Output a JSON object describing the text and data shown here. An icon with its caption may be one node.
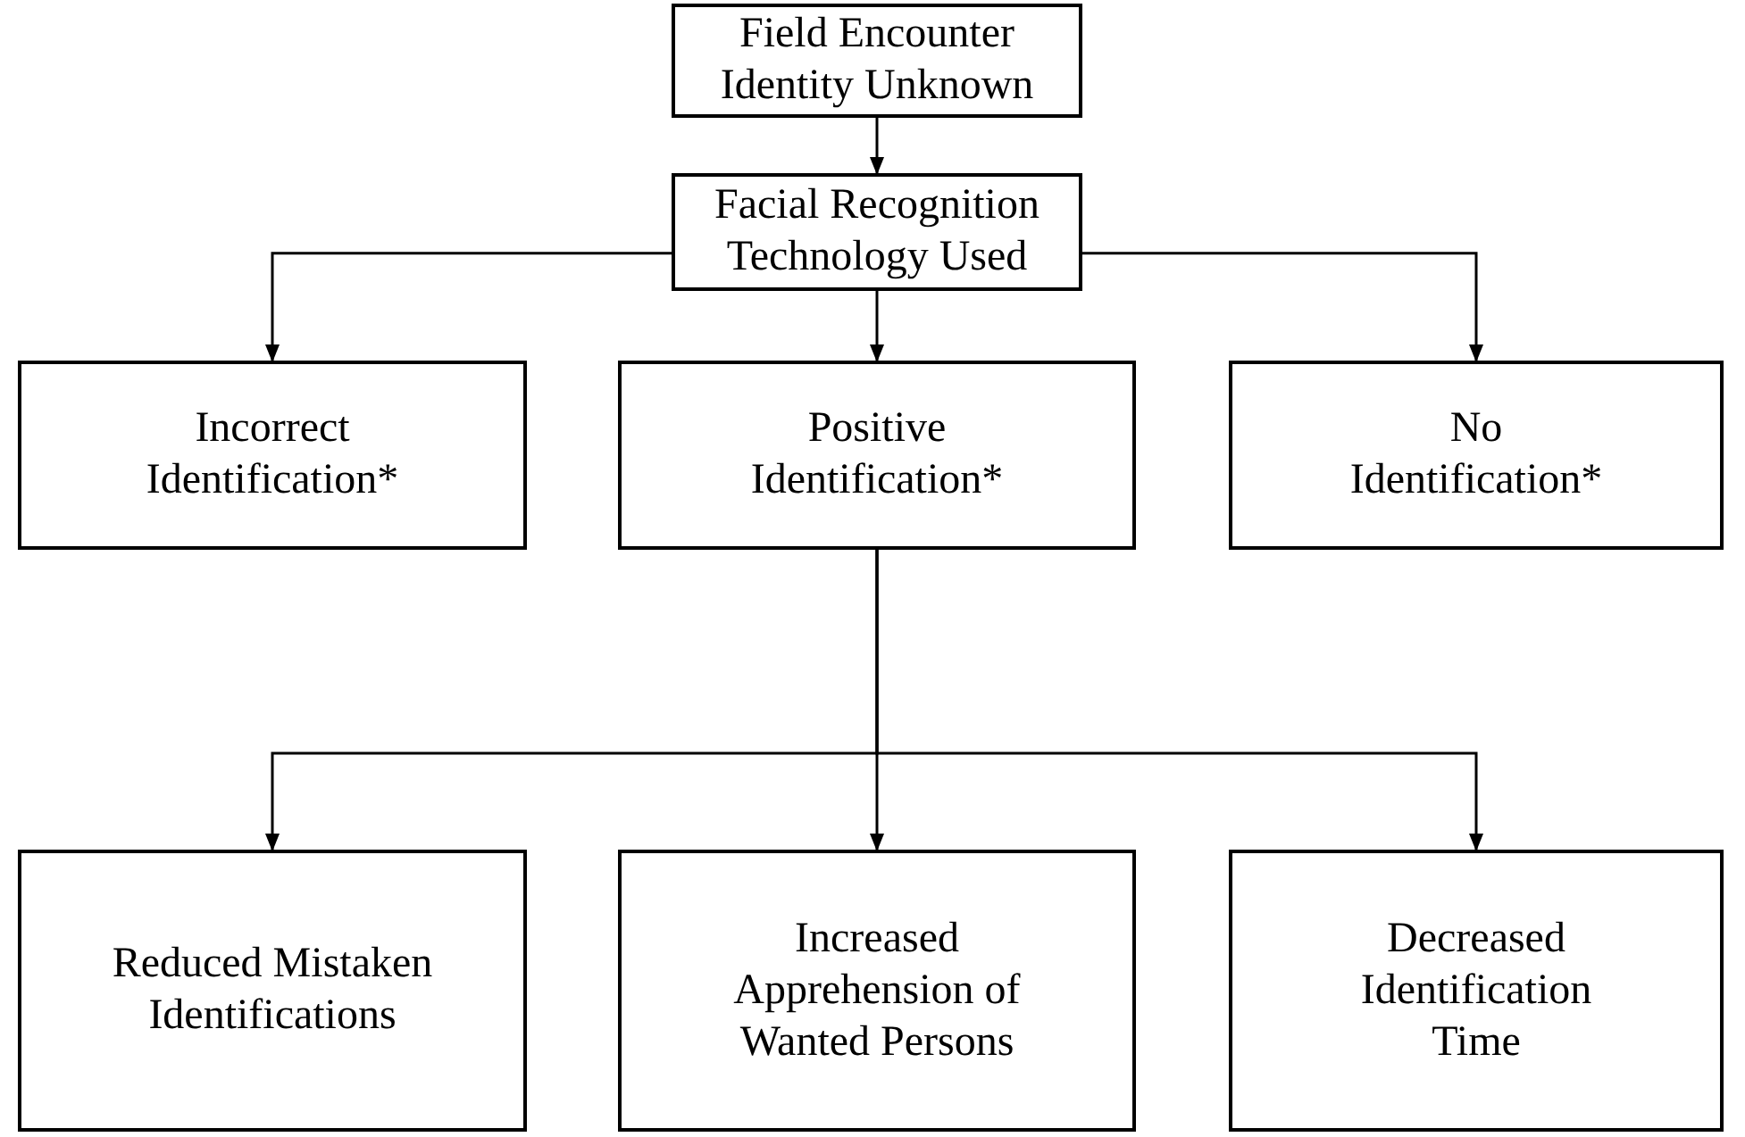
{
  "diagram": {
    "nodes": [
      {
        "text": [
          "Field Encounter Identity Unknown"
        ]
      },
      {
        "text": [
          "Facial Recognition Technology Used"
        ]
      },
      {
        "text": [
          "Incorrect Identification*"
        ]
      },
      {
        "text": [
          "Positive Identification*"
        ]
      },
      {
        "text": [
          "No Identification*"
        ]
      },
      {
        "text": [
          "Reduced Mistaken Identifications"
        ]
      },
      {
        "text": [
          "Increased Apprehension of Wanted Persons"
        ]
      },
      {
        "text": [
          "Decreased Identification Time"
        ]
      }
    ],
    "edges": [
      {
        "from": 0,
        "to": 1,
        "arrow": "to"
      },
      {
        "from": 1,
        "to": 2,
        "arrow": "to"
      },
      {
        "from": 1,
        "to": 3,
        "arrow": "to"
      },
      {
        "from": 1,
        "to": 4,
        "arrow": "to"
      },
      {
        "from": 3,
        "to": 5,
        "arrow": "to"
      },
      {
        "from": 3,
        "to": 6,
        "arrow": "to"
      },
      {
        "from": 3,
        "to": 7,
        "arrow": "to"
      }
    ]
  }
}
